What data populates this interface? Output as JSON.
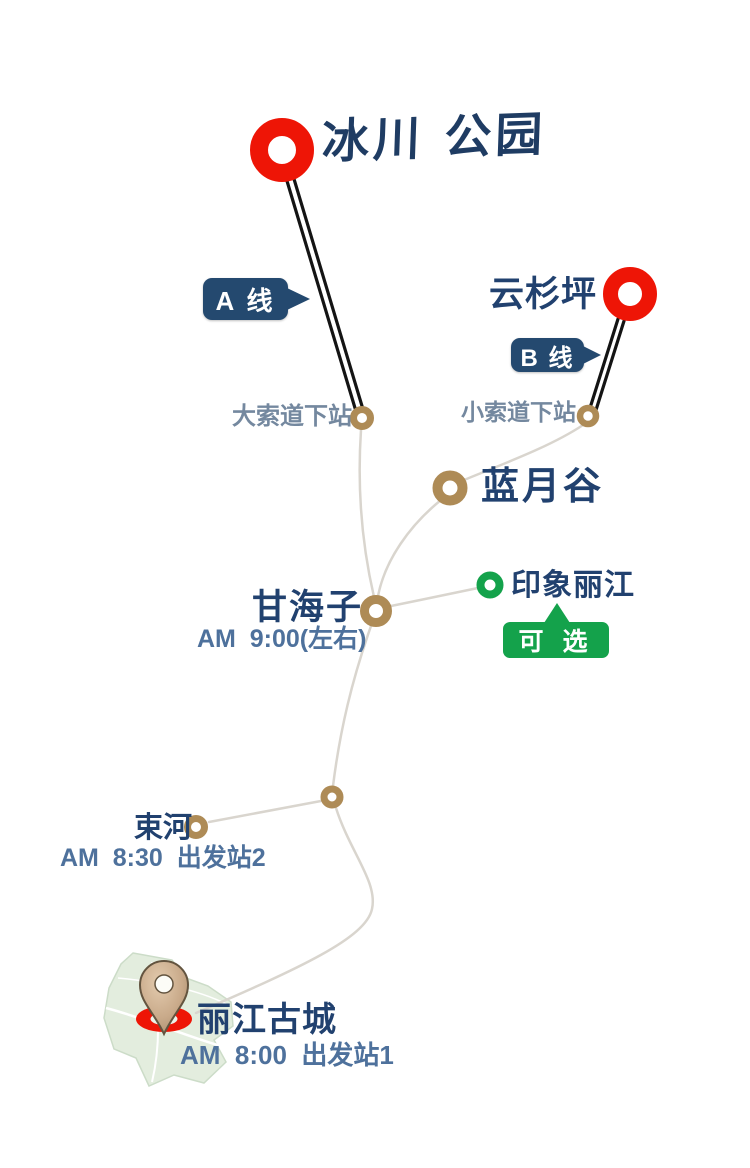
{
  "colors": {
    "red": "#ee1506",
    "tan": "#ae8b56",
    "green": "#14a24b",
    "navy": "#21416f",
    "slate": "#74889f",
    "slate_strong": "#4e719c",
    "path_gray": "#d9d5ce",
    "cable_black": "#141414",
    "badge_navy": "#24496f",
    "map_green": "#e3edde",
    "map_edge": "#ccdcc8",
    "pin_fill": "#c9aa8a",
    "pin_outline": "#63543f"
  },
  "title": "冰川 公园",
  "badges": {
    "line_a": "A 线",
    "line_b": "B 线",
    "optional": "可 选"
  },
  "stations": {
    "yunshanping": "云杉坪",
    "big_cableway": "大索道下站",
    "small_cableway": "小索道下站",
    "blue_moon_valley": "蓝月谷",
    "ganhaizi": "甘海子",
    "impression_lijiang": "印象丽江",
    "shuhe": "束河",
    "lijiang_old_town": "丽江古城"
  },
  "times": {
    "ganhaizi": "AM  9:00(左右)",
    "shuhe": "AM  8:30  出发站2",
    "lijiang_old_town": "AM  8:00  出发站1"
  }
}
